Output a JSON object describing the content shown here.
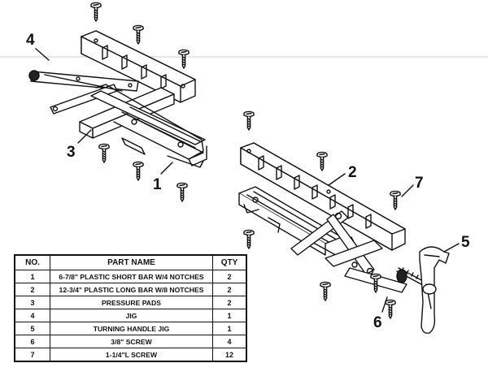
{
  "callouts": {
    "c1": "1",
    "c2": "2",
    "c3": "3",
    "c4": "4",
    "c5": "5",
    "c6": "6",
    "c7": "7"
  },
  "parts_table": {
    "headers": {
      "no": "NO.",
      "name": "PART NAME",
      "qty": "QTY"
    },
    "rows": [
      {
        "no": "1",
        "name": "6-7/8\" PLASTIC SHORT BAR W/4 NOTCHES",
        "qty": "2"
      },
      {
        "no": "2",
        "name": "12-3/4\" PLASTIC LONG BAR W/8 NOTCHES",
        "qty": "2"
      },
      {
        "no": "3",
        "name": "PRESSURE PADS",
        "qty": "2"
      },
      {
        "no": "4",
        "name": "JIG",
        "qty": "1"
      },
      {
        "no": "5",
        "name": "TURNING HANDLE JIG",
        "qty": "1"
      },
      {
        "no": "6",
        "name": "3/8\" SCREW",
        "qty": "4"
      },
      {
        "no": "7",
        "name": "1-1/4\"L SCREW",
        "qty": "12"
      }
    ]
  },
  "colors": {
    "ink": "#111111",
    "paper": "#ffffff"
  },
  "icons": [
    "screw-icon",
    "notched-bar-icon",
    "jig-link-icon",
    "turning-handle-icon"
  ]
}
